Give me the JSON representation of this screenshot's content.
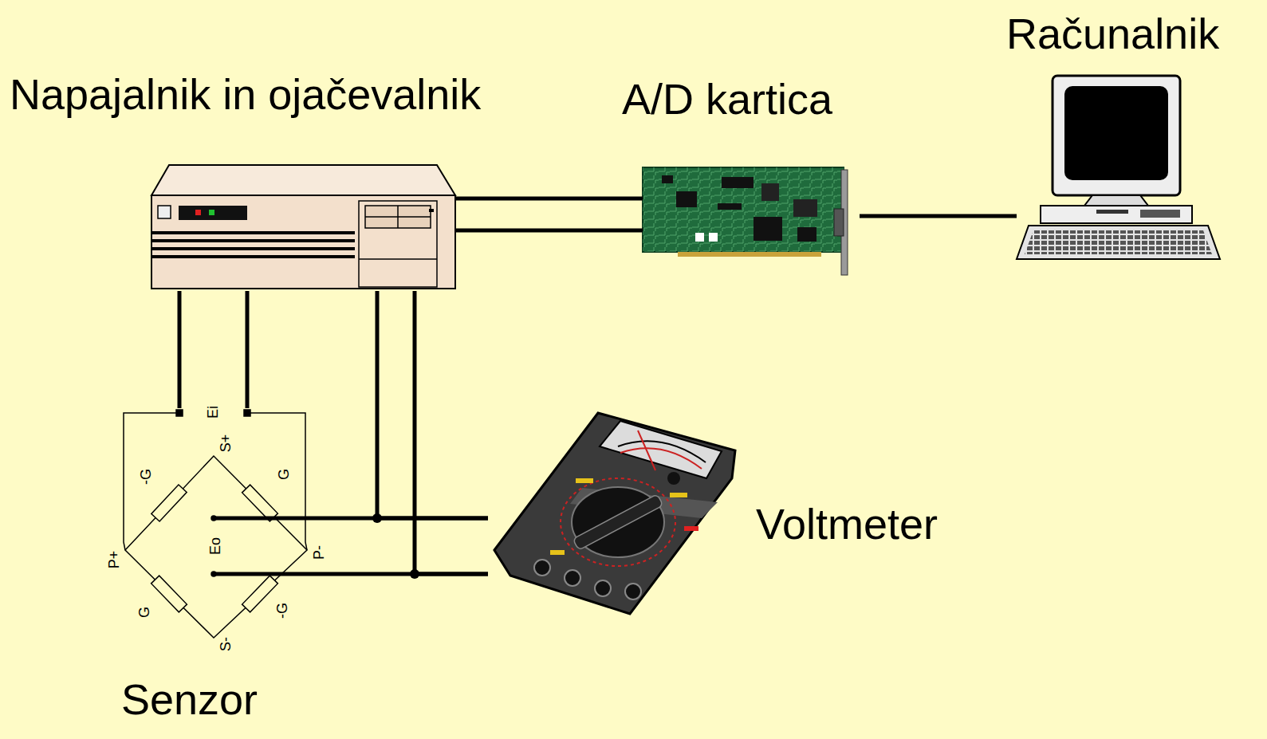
{
  "diagram": {
    "nodes": [
      {
        "text": [
          "Napajalnik in ojačevalnik"
        ]
      },
      {
        "text": [
          "A/D kartica"
        ]
      },
      {
        "text": [
          "Računalnik"
        ]
      },
      {
        "text": [
          "Senzor"
        ]
      },
      {
        "text": [
          "Voltmeter"
        ]
      }
    ],
    "edges": [
      {
        "from": 0,
        "to": 1,
        "arrow": "none"
      },
      {
        "from": 0,
        "to": 1,
        "arrow": "none"
      },
      {
        "from": 1,
        "to": 2,
        "arrow": "none"
      },
      {
        "from": 0,
        "to": 3,
        "arrow": "none"
      },
      {
        "from": 0,
        "to": 3,
        "arrow": "none"
      },
      {
        "from": 3,
        "to": 4,
        "arrow": "none"
      },
      {
        "from": 3,
        "to": 4,
        "arrow": "none"
      },
      {
        "from": 0,
        "to": 4,
        "arrow": "none"
      },
      {
        "from": 0,
        "to": 4,
        "arrow": "none"
      }
    ],
    "labels": [
      "Ei",
      "S+",
      "-G",
      "G",
      "Eo",
      "P+",
      "P-",
      "G",
      "-G",
      "S-"
    ]
  }
}
